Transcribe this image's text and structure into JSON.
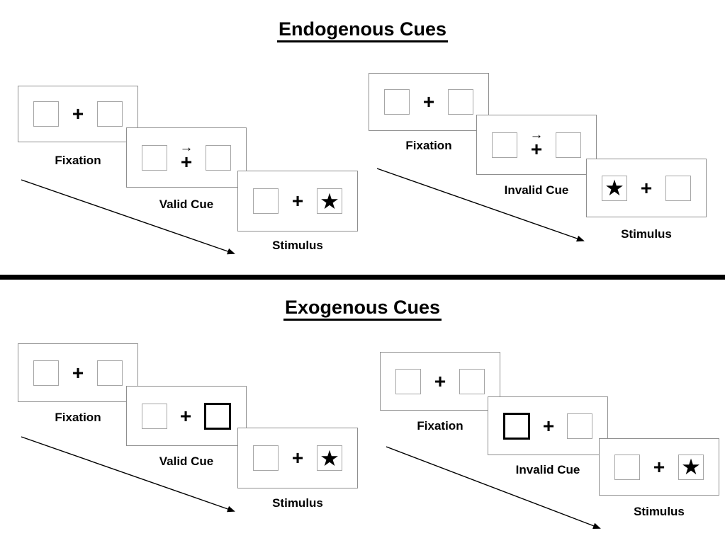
{
  "sections": [
    {
      "title": "Endogenous Cues",
      "trials": [
        {
          "name": "valid",
          "panels": [
            {
              "label": "Fixation"
            },
            {
              "label": "Valid Cue",
              "cue_icon": "central-arrow-right"
            },
            {
              "label": "Stimulus",
              "target_icon": "star-in-right-box"
            }
          ]
        },
        {
          "name": "invalid",
          "panels": [
            {
              "label": "Fixation"
            },
            {
              "label": "Invalid Cue",
              "cue_icon": "central-arrow-right"
            },
            {
              "label": "Stimulus",
              "target_icon": "star-in-left-box"
            }
          ]
        }
      ]
    },
    {
      "title": "Exogenous Cues",
      "trials": [
        {
          "name": "valid",
          "panels": [
            {
              "label": "Fixation"
            },
            {
              "label": "Valid Cue",
              "cue_icon": "bold-right-box"
            },
            {
              "label": "Stimulus",
              "target_icon": "star-in-right-box"
            }
          ]
        },
        {
          "name": "invalid",
          "panels": [
            {
              "label": "Fixation"
            },
            {
              "label": "Invalid Cue",
              "cue_icon": "bold-left-box"
            },
            {
              "label": "Stimulus",
              "target_icon": "star-in-right-box"
            }
          ]
        }
      ]
    }
  ],
  "glyphs": {
    "plus": "+",
    "star": "★",
    "arrow": "→"
  },
  "colors": {
    "ink": "#000000",
    "panel_border": "#8f8f8f",
    "box_border": "#a6a6a6"
  }
}
